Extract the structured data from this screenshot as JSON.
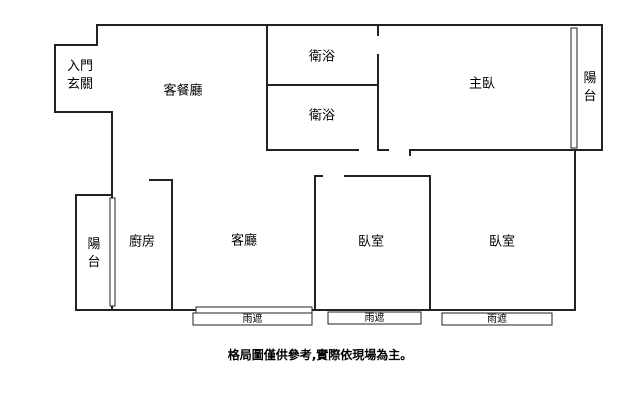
{
  "rooms": {
    "entrance": "入門\n玄關",
    "living_dining": "客餐廳",
    "bath_1": "衛浴",
    "bath_2": "衛浴",
    "master_bedroom": "主臥",
    "balcony_right": "陽台",
    "balcony_left": "陽台",
    "kitchen": "廚房",
    "living_room": "客廳",
    "bedroom_1": "臥室",
    "bedroom_2": "臥室"
  },
  "awnings": [
    "雨遮",
    "雨遮",
    "雨遮"
  ],
  "note": "格局圖僅供參考,實際依現場為主。"
}
